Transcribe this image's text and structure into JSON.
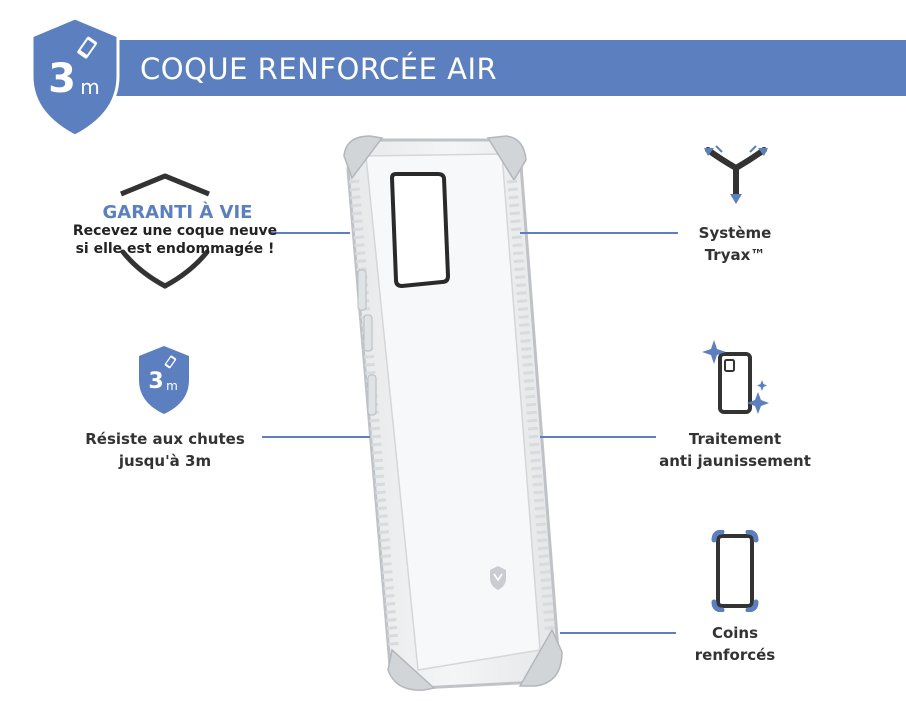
{
  "header": {
    "title": "COQUE RENFORCÉE AIR",
    "badge": {
      "number": "3",
      "unit": "m"
    }
  },
  "features": {
    "garanti": {
      "title": "GARANTI À VIE",
      "line1": "Recevez une coque neuve",
      "line2": "si elle est endommagée !"
    },
    "chute": {
      "badge": {
        "number": "3",
        "unit": "m"
      },
      "line1": "Résiste aux chutes",
      "line2": "jusqu'à 3m"
    },
    "tryax": {
      "line1": "Système",
      "line2": "Tryax™"
    },
    "traitement": {
      "line1": "Traitement",
      "line2": "anti jaunissement"
    },
    "coins": {
      "line1": "Coins",
      "line2": "renforcés"
    }
  },
  "colors": {
    "accent": "#5b7fbf",
    "dark_text": "#333333",
    "icon_outline": "#333333"
  },
  "icons": [
    "shield-3m-icon",
    "shield-outline-icon",
    "tryax-arrows-icon",
    "sparkle-phone-icon",
    "corner-phone-icon",
    "brand-shield-logo-icon"
  ]
}
